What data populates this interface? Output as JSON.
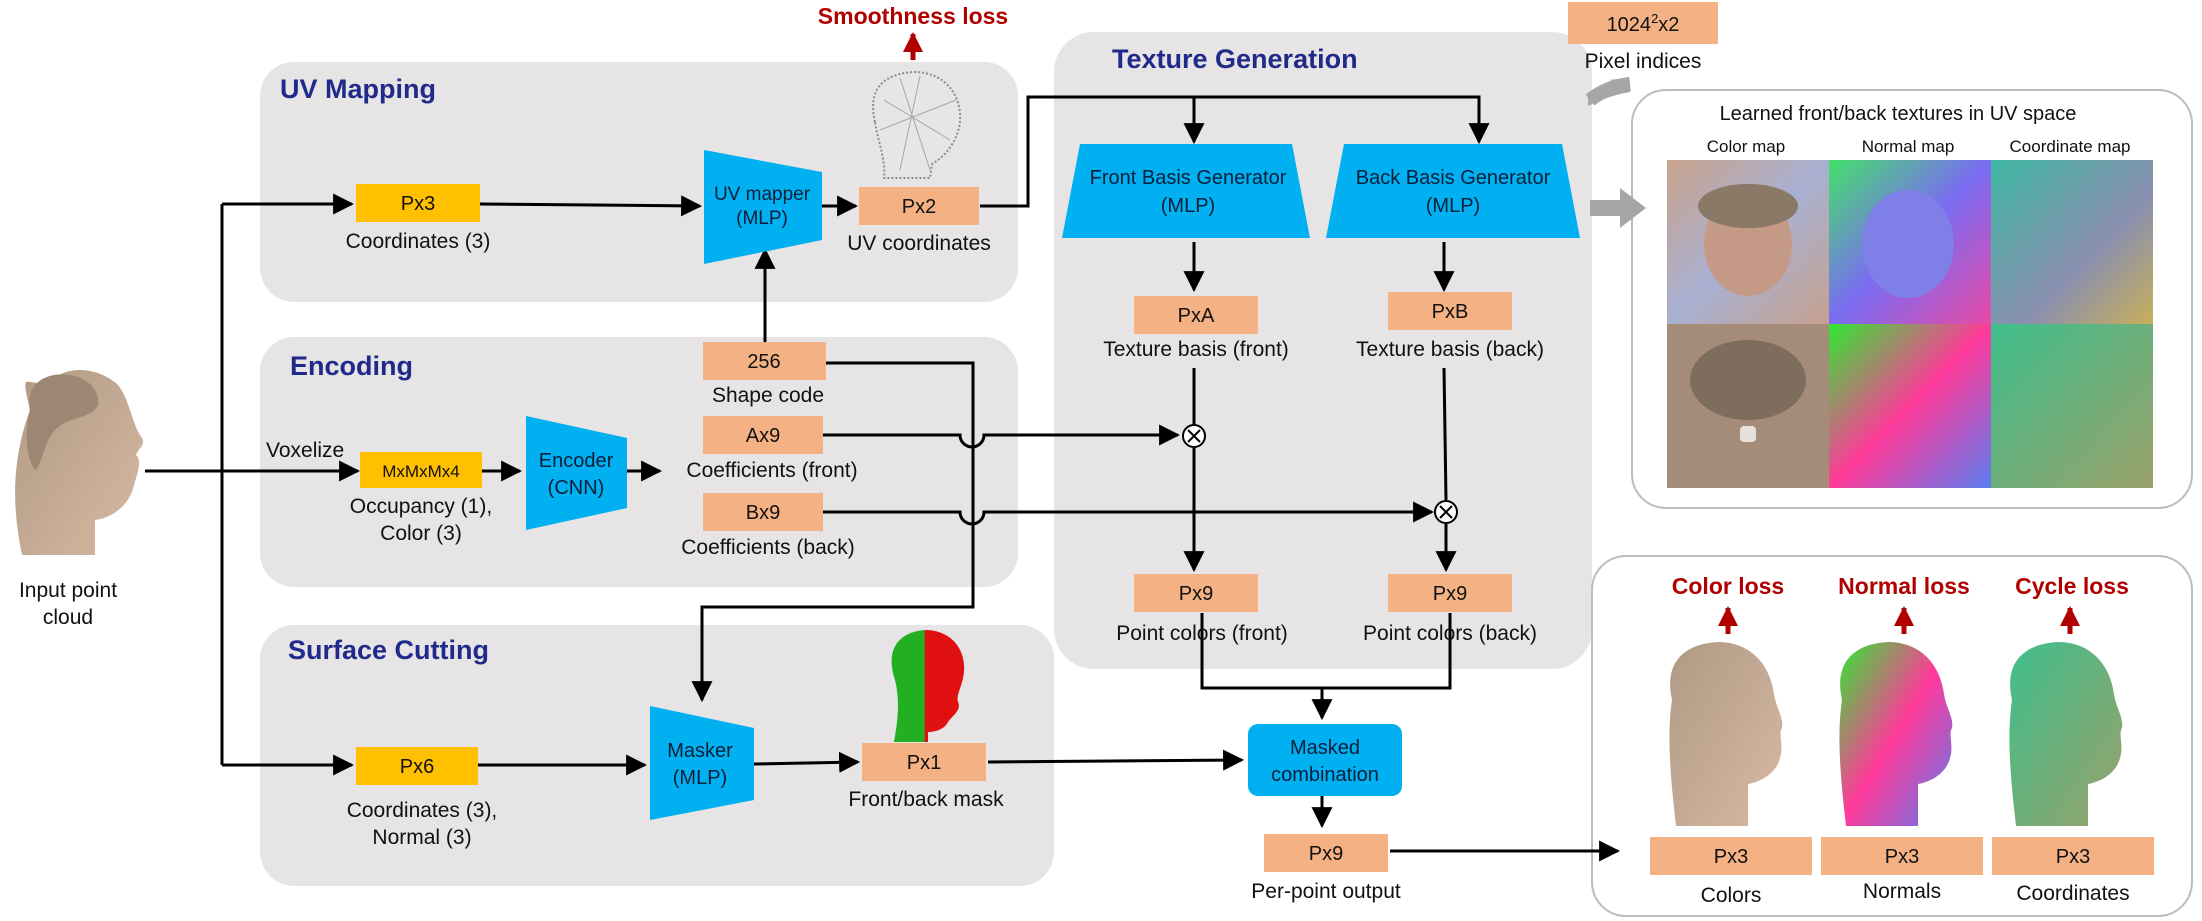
{
  "sections": {
    "uv_mapping": "UV Mapping",
    "encoding": "Encoding",
    "surface_cutting": "Surface Cutting",
    "texture_generation": "Texture Generation"
  },
  "input": {
    "label_line1": "Input point",
    "label_line2": "cloud",
    "voxelize": "Voxelize"
  },
  "uv": {
    "px3": "Px3",
    "coords_label": "Coordinates (3)",
    "mapper_line1": "UV mapper",
    "mapper_line2": "(MLP)",
    "px2": "Px2",
    "uv_coords_label": "UV coordinates",
    "smoothness_loss": "Smoothness loss"
  },
  "encoding": {
    "occupancy_box": "MxMxMx4",
    "occupancy_line1": "Occupancy (1),",
    "occupancy_line2": "Color (3)",
    "encoder_line1": "Encoder",
    "encoder_line2": "(CNN)",
    "shape_code_value": "256",
    "shape_code_label": "Shape code",
    "coef_front_box": "Ax9",
    "coef_front_label": "Coefficients (front)",
    "coef_back_box": "Bx9",
    "coef_back_label": "Coefficients (back)"
  },
  "cutting": {
    "px6": "Px6",
    "coords_line1": "Coordinates (3),",
    "coords_line2": "Normal (3)",
    "masker_line1": "Masker",
    "masker_line2": "(MLP)",
    "px1": "Px1",
    "mask_label": "Front/back mask"
  },
  "texture": {
    "front_gen_line1": "Front Basis Generator",
    "front_gen_line2": "(MLP)",
    "back_gen_line1": "Back Basis Generator",
    "back_gen_line2": "(MLP)",
    "pxa": "PxA",
    "pxa_label": "Texture basis (front)",
    "pxb": "PxB",
    "pxb_label": "Texture basis (back)",
    "px9_front": "Px9",
    "front_colors_label": "Point colors (front)",
    "px9_back": "Px9",
    "back_colors_label": "Point colors (back)"
  },
  "pixel_indices": {
    "box_base": "1024",
    "box_sup": "2",
    "box_rest": "x2",
    "label": "Pixel indices"
  },
  "textures_panel": {
    "title": "Learned front/back textures in UV space",
    "col_color": "Color map",
    "col_normal": "Normal map",
    "col_coord": "Coordinate map"
  },
  "combination": {
    "line1": "Masked",
    "line2": "combination",
    "px9": "Px9",
    "label": "Per-point output"
  },
  "outputs": {
    "color_loss": "Color loss",
    "normal_loss": "Normal loss",
    "cycle_loss": "Cycle loss",
    "colors_box": "Px3",
    "normals_box": "Px3",
    "coords_box": "Px3",
    "colors_label": "Colors",
    "normals_label": "Normals",
    "coords_label": "Coordinates"
  },
  "colors": {
    "panel_grey": "#e6e4e4",
    "yellow_box": "#ffc000",
    "salmon_box": "#f4b183",
    "network_blue": "#00b0f0",
    "section_title": "#1f2a8a",
    "loss_red": "#b00000"
  }
}
